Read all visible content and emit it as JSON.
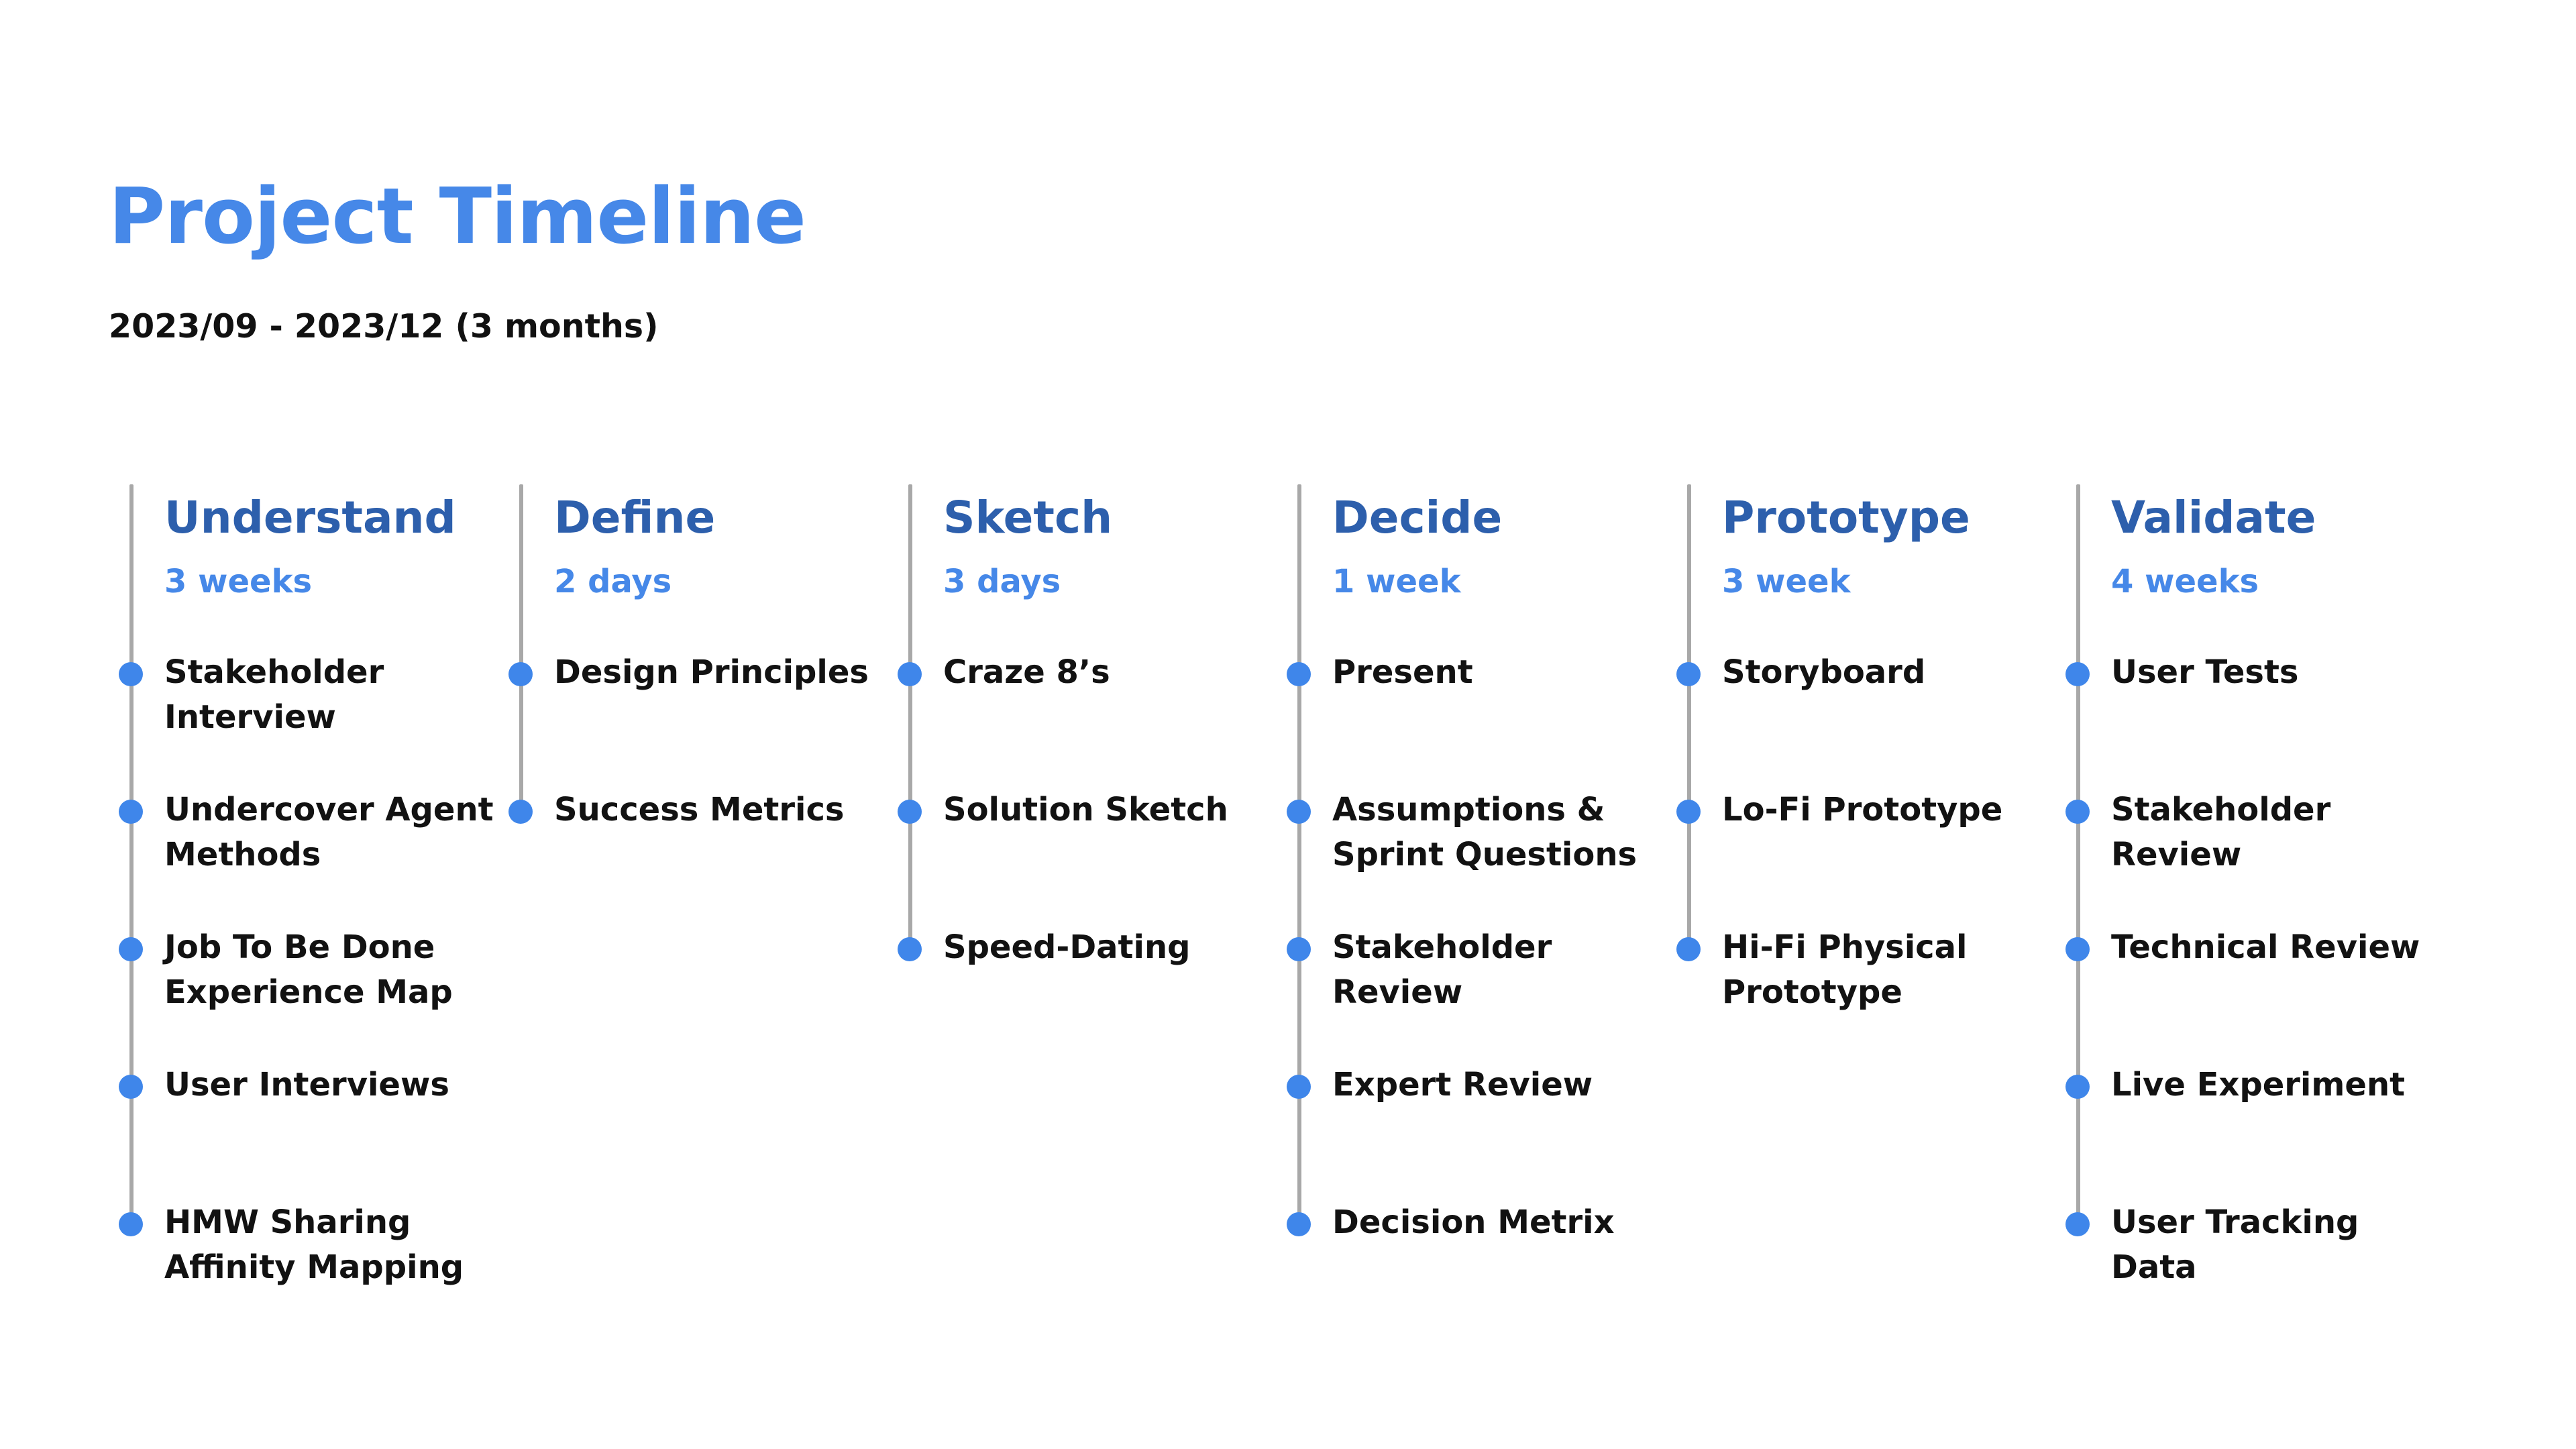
{
  "title": "Project Timeline",
  "subtitle": "2023/09 - 2023/12 (3 months)",
  "colors": {
    "title": "#4688E8",
    "phase_name": "#2D5FAC",
    "duration": "#4688E8",
    "dot": "#3F86EA",
    "line": "#A8A8A8",
    "text": "#121212"
  },
  "phases": [
    {
      "name": "Understand",
      "duration": "3 weeks",
      "activities": [
        "Stakeholder\nInterview",
        "Undercover Agent\nMethods",
        "Job To Be Done\nExperience Map",
        "User Interviews",
        "HMW Sharing\nAffinity Mapping"
      ]
    },
    {
      "name": "Define",
      "duration": "2 days",
      "activities": [
        "Design Principles",
        "Success Metrics"
      ]
    },
    {
      "name": "Sketch",
      "duration": "3 days",
      "activities": [
        "Craze 8’s",
        "Solution Sketch",
        "Speed-Dating"
      ]
    },
    {
      "name": "Decide",
      "duration": "1 week",
      "activities": [
        "Present",
        "Assumptions &\nSprint Questions",
        "Stakeholder\nReview",
        "Expert Review",
        "Decision Metrix"
      ]
    },
    {
      "name": "Prototype",
      "duration": "3 week",
      "activities": [
        "Storyboard",
        "Lo-Fi Prototype",
        "Hi-Fi Physical\nPrototype"
      ]
    },
    {
      "name": "Validate",
      "duration": "4 weeks",
      "activities": [
        "User Tests",
        "Stakeholder\nReview",
        "Technical Review",
        "Live Experiment",
        "User Tracking\nData"
      ]
    }
  ]
}
